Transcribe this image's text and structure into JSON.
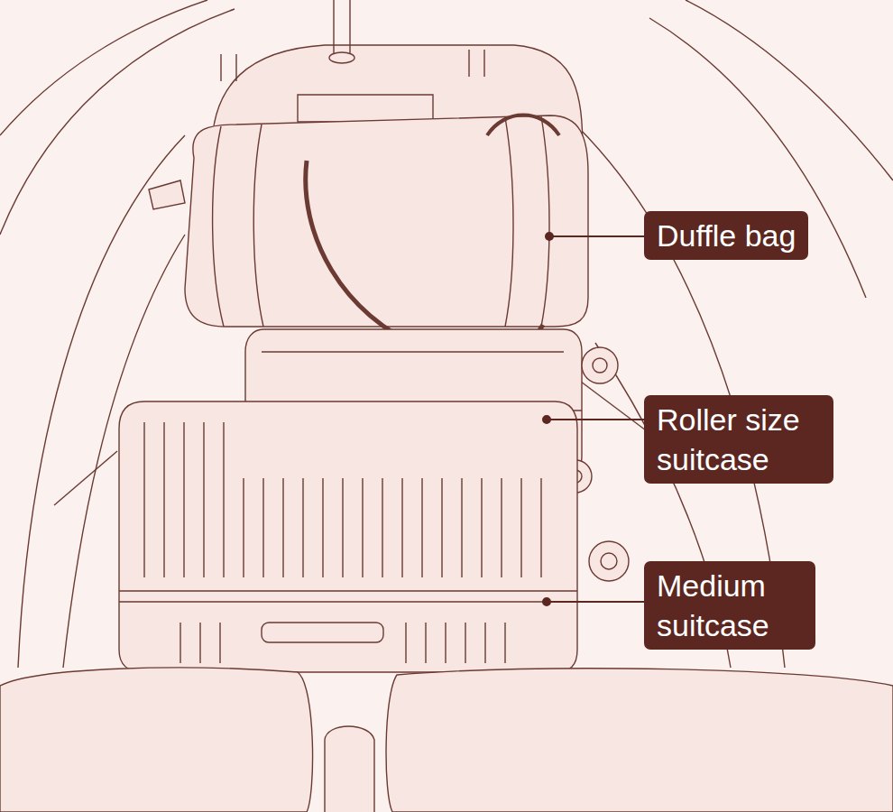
{
  "diagram": {
    "nodes": [
      {
        "text": [
          "Duffle bag"
        ]
      },
      {
        "text": [
          "Roller size suitcase"
        ]
      },
      {
        "text": [
          "Medium suitcase"
        ]
      }
    ]
  }
}
